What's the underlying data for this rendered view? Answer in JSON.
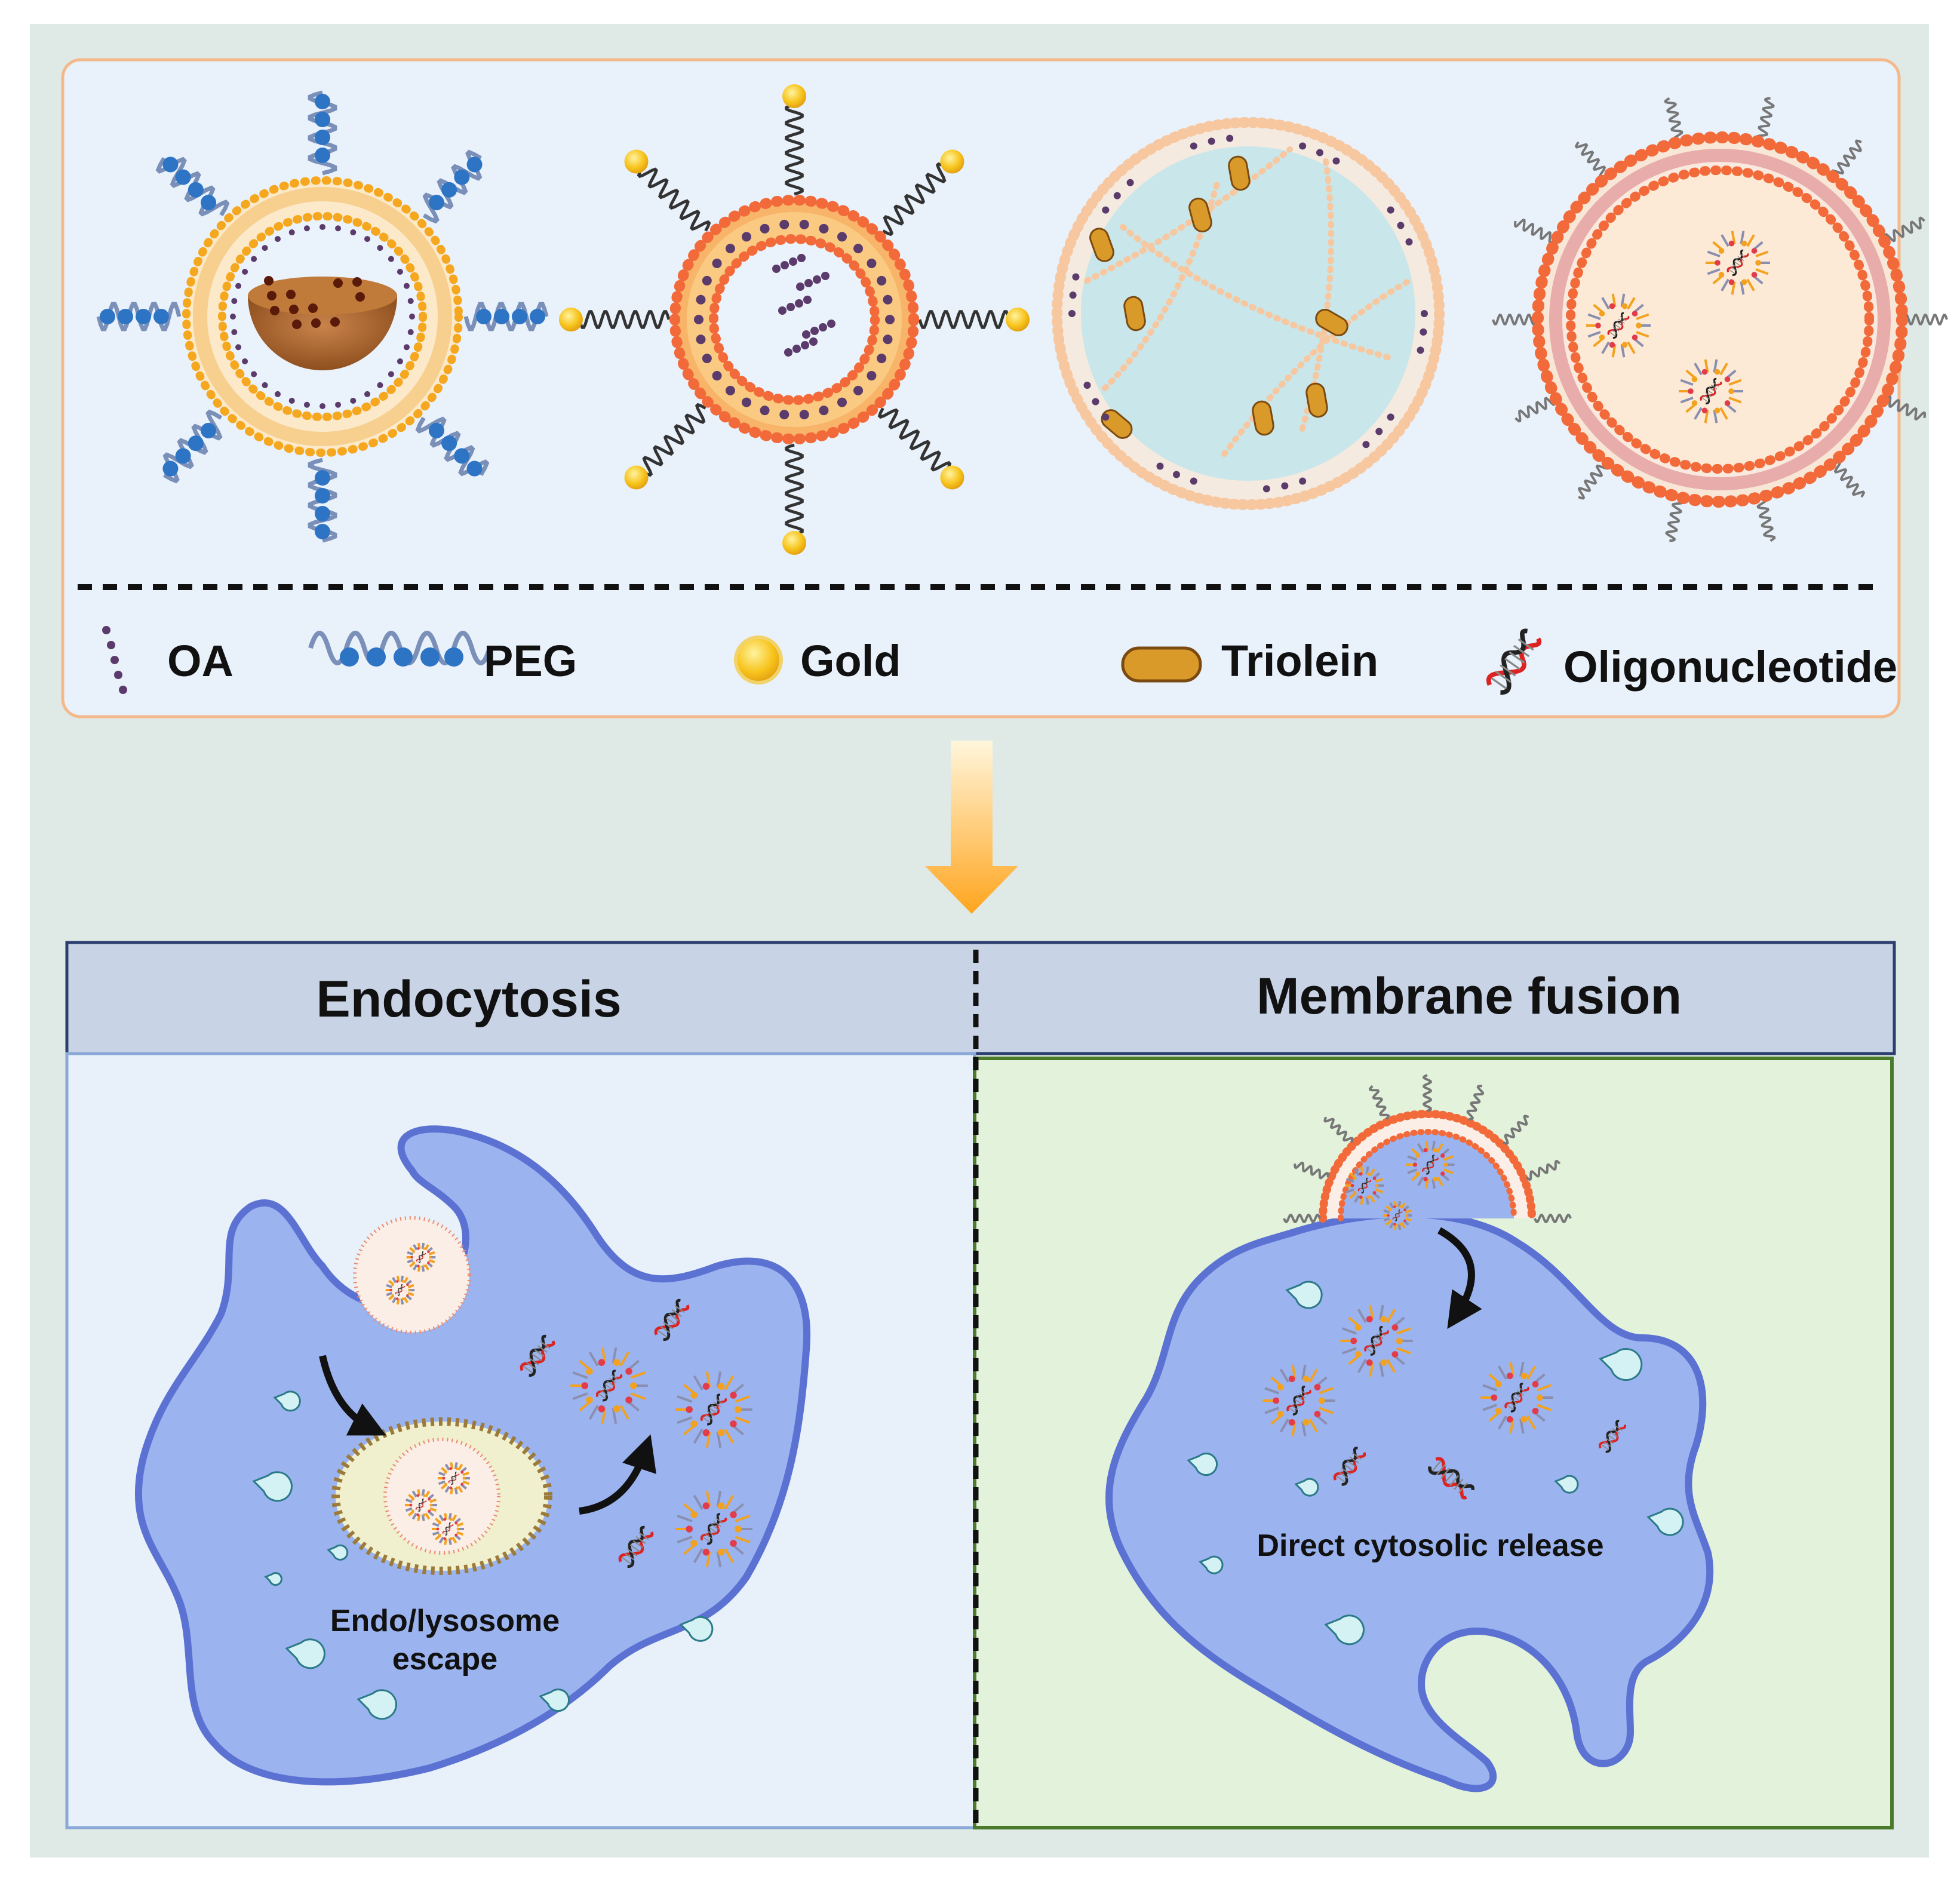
{
  "legend": {
    "oa": "OA",
    "peg": "PEG",
    "gold": "Gold",
    "triolein": "Triolein",
    "oligonucleotide": "Oligonucleotide"
  },
  "panels": {
    "endocytosis": {
      "title": "Endocytosis",
      "caption_line1": "Endo/lysosome",
      "caption_line2": "escape"
    },
    "membrane_fusion": {
      "title": "Membrane fusion",
      "caption": "Direct cytosolic release"
    }
  },
  "colors": {
    "background": "#dfeae7",
    "top_panel_fill": "#e9f1fb",
    "top_panel_border": "#f4b98a",
    "cell_fill": "#9bb3ef",
    "cell_border": "#5b72d3",
    "header_fill": "#c9d3e6",
    "endocytosis_panel": "#e8f0fa",
    "fusion_panel": "#e3f2da",
    "fusion_border": "#4a7a2a",
    "arrow_top": "#fff6dc",
    "arrow_bottom": "#ffa51e",
    "gold": "#f7c41c",
    "triolein": "#d99a2a",
    "oa": "#5a3b6b",
    "peg": "#2e74c4",
    "lipid_orange": "#f2a21f",
    "lipid_red": "#f26a3a"
  },
  "icons": [
    "oa-chain-icon",
    "peg-chain-icon",
    "gold-particle-icon",
    "triolein-icon",
    "dna-helix-icon",
    "down-arrow-icon",
    "curved-arrow-icon"
  ]
}
